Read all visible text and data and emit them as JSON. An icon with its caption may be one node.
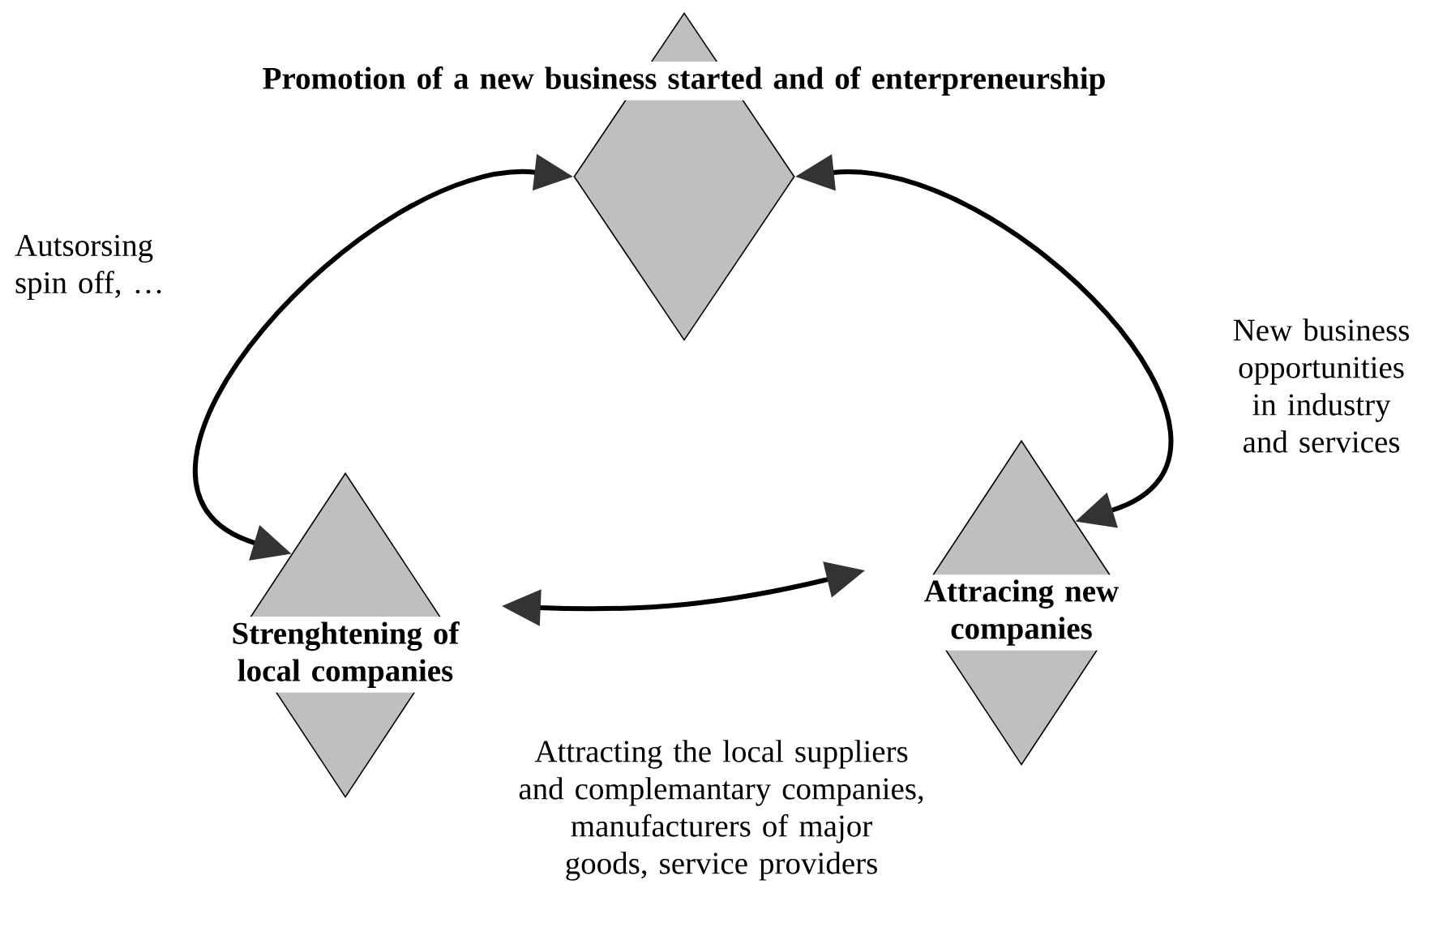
{
  "diagram": {
    "nodes": [
      {
        "text": [
          "Promotion of a new business started and of enterpreneurship"
        ]
      },
      {
        "text": [
          "Strenghtening of local companies"
        ]
      },
      {
        "text": [
          "Attracing new companies"
        ]
      }
    ],
    "edges": [
      {
        "from": 0,
        "to": 1,
        "arrow": "both",
        "label": "Autsorsing spin off, …"
      },
      {
        "from": 0,
        "to": 2,
        "arrow": "both",
        "label": "New business opportunities in industry and services"
      },
      {
        "from": 1,
        "to": 2,
        "arrow": "both",
        "label": "Attracting the local suppliers and complemantary companies, manufacturers of major goods, service providers"
      }
    ]
  }
}
